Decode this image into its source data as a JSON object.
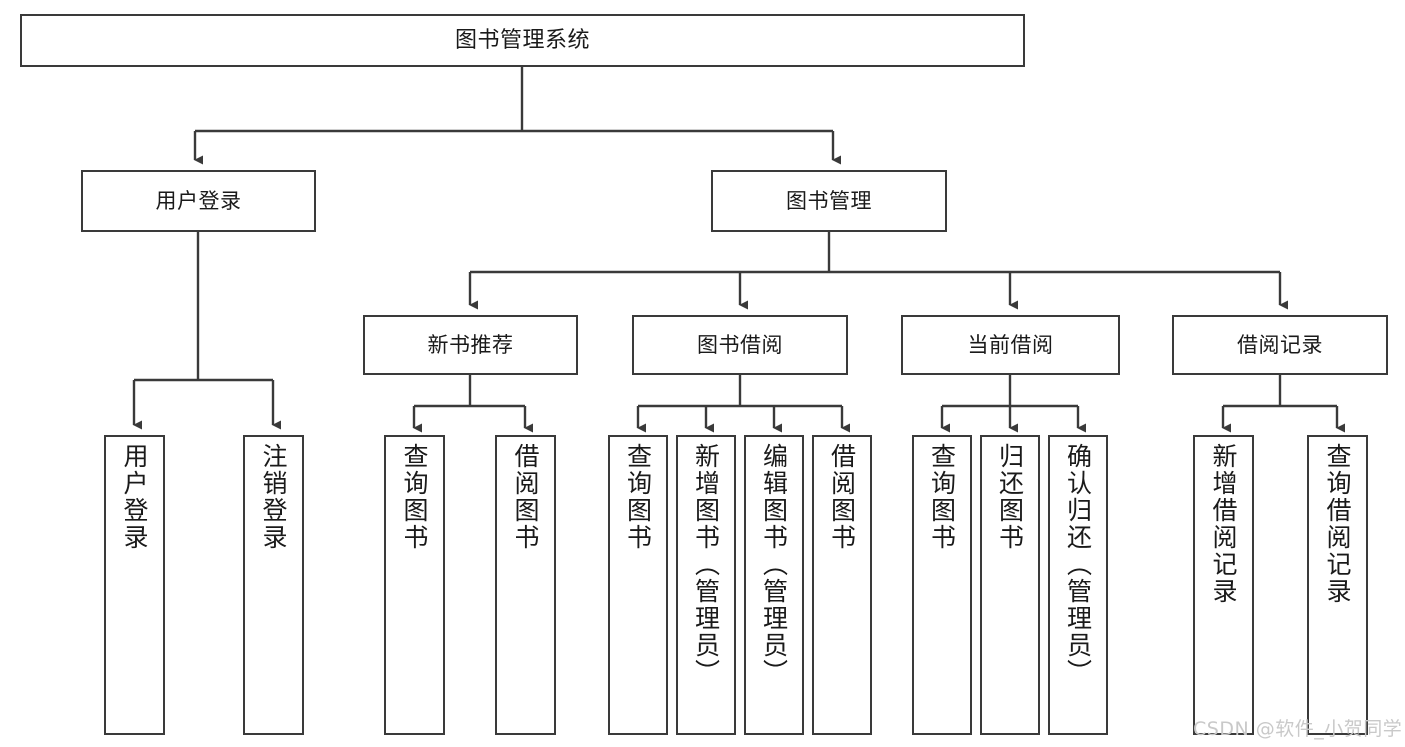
{
  "diagram": {
    "title": "图书管理系统",
    "watermark": "CSDN @软件_小贺同学",
    "colors": {
      "stroke": "#3a3a3a",
      "fill": "#ffffff",
      "text": "#1a1a1a",
      "watermark": "#c9c9c9"
    },
    "root": {
      "label": "图书管理系统"
    },
    "level2": [
      {
        "label": "用户登录"
      },
      {
        "label": "图书管理"
      }
    ],
    "level3": [
      {
        "label": "新书推荐"
      },
      {
        "label": "图书借阅"
      },
      {
        "label": "当前借阅"
      },
      {
        "label": "借阅记录"
      }
    ],
    "leaves": {
      "user_login": [
        {
          "label": "用户登录"
        },
        {
          "label": "注销登录"
        }
      ],
      "new_book_recommend": [
        {
          "label": "查询图书"
        },
        {
          "label": "借阅图书"
        }
      ],
      "book_borrow": [
        {
          "label": "查询图书"
        },
        {
          "label": "新增图书（管理员）"
        },
        {
          "label": "编辑图书（管理员）"
        },
        {
          "label": "借阅图书"
        }
      ],
      "current_borrow": [
        {
          "label": "查询图书"
        },
        {
          "label": "归还图书"
        },
        {
          "label": "确认归还（管理员）"
        }
      ],
      "borrow_record": [
        {
          "label": "新增借阅记录"
        },
        {
          "label": "查询借阅记录"
        }
      ]
    }
  }
}
